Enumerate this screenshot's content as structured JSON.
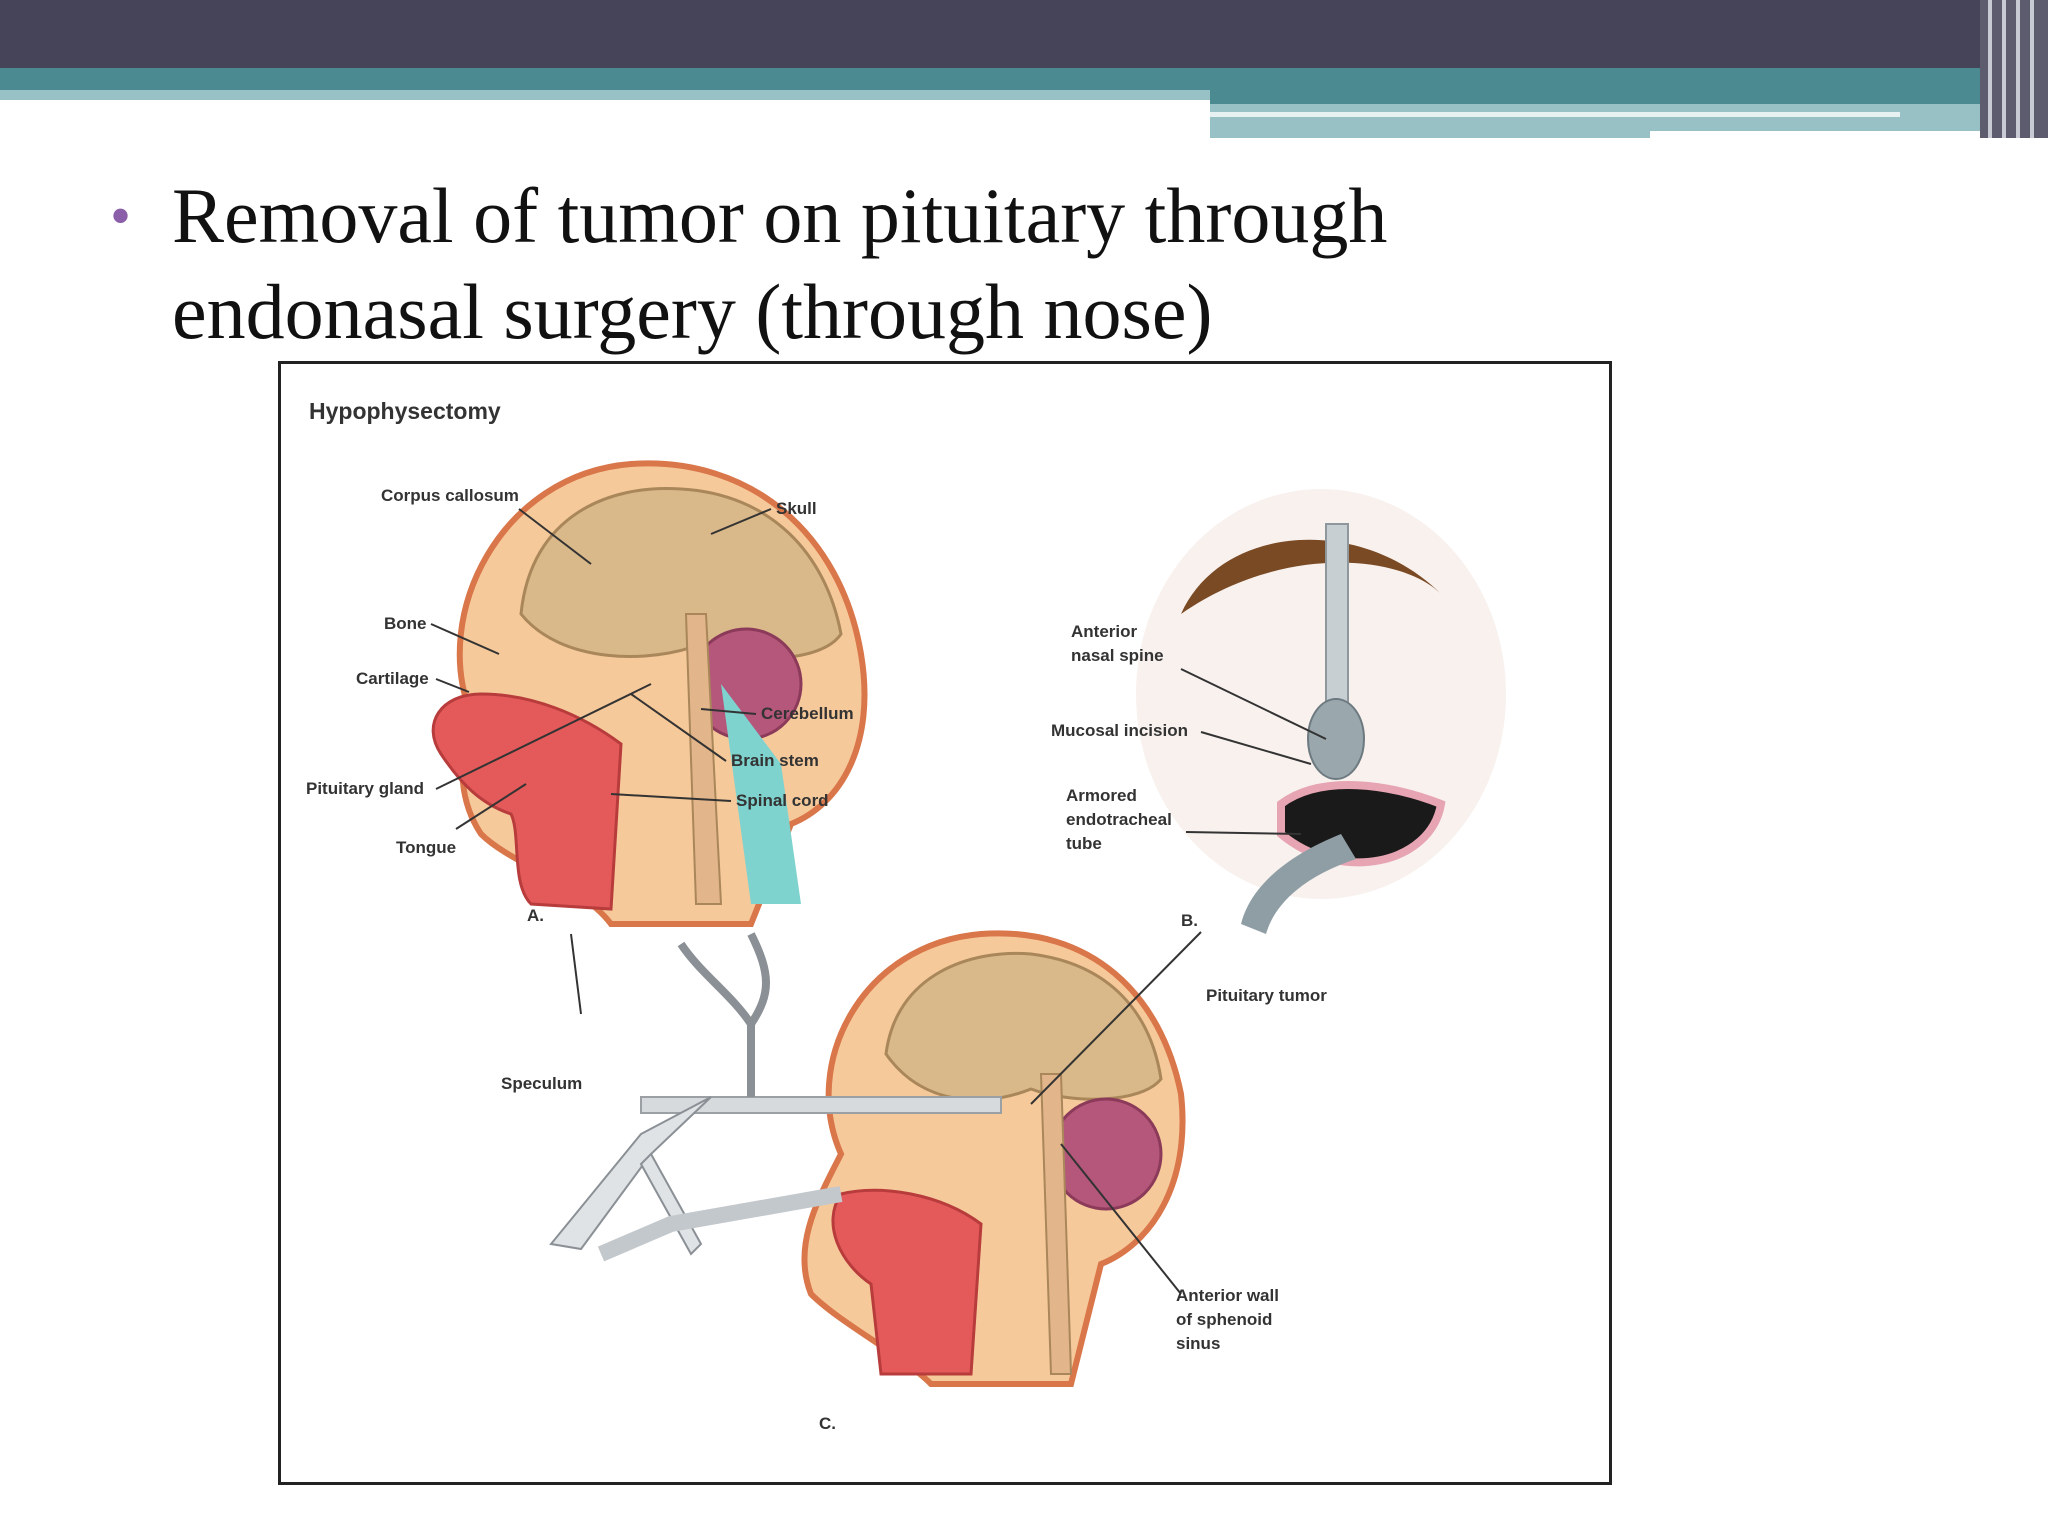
{
  "slide": {
    "bullet_text": "Removal of tumor on pituitary through endonasal surgery (through nose)",
    "accent_color": "#8a5ea8"
  },
  "figure": {
    "title": "Hypophysectomy",
    "panel_a": {
      "letter": "A.",
      "labels": {
        "corpus_callosum": "Corpus callosum",
        "skull": "Skull",
        "bone": "Bone",
        "cartilage": "Cartilage",
        "cerebellum": "Cerebellum",
        "brain_stem": "Brain stem",
        "pituitary_gland": "Pituitary gland",
        "spinal_cord": "Spinal cord",
        "tongue": "Tongue"
      }
    },
    "panel_b": {
      "letter": "B.",
      "labels": {
        "anterior_nasal_spine": "Anterior nasal spine",
        "mucosal_incision": "Mucosal incision",
        "armored_tube": "Armored endotracheal tube"
      }
    },
    "panel_c": {
      "letter": "C.",
      "labels": {
        "pituitary_tumor": "Pituitary tumor",
        "speculum": "Speculum",
        "sphenoid_wall": "Anterior wall of sphenoid sinus"
      }
    }
  }
}
